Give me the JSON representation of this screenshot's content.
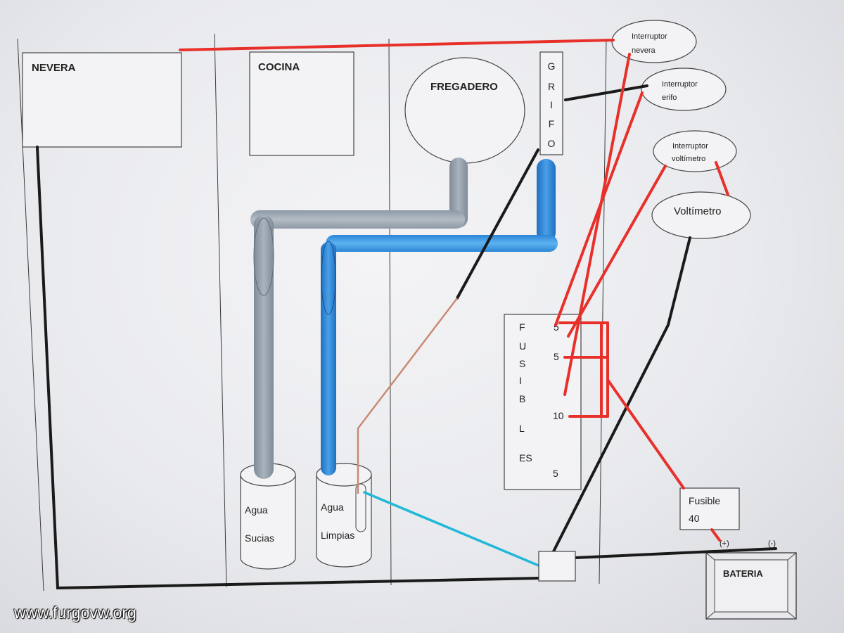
{
  "sections": {
    "nevera": "NEVERA",
    "cocina": "COCINA",
    "fregadero": "FREGADERO",
    "grifo": [
      "G",
      "R",
      "I",
      "F",
      "O"
    ]
  },
  "switches": {
    "nevera": [
      "Interruptor",
      "nevera"
    ],
    "grifo": [
      "Interruptor",
      "erifo"
    ],
    "voltimetro": [
      "Interruptor",
      "voltímetro"
    ]
  },
  "voltimetro": "Voltímetro",
  "fusibles": {
    "letters": [
      "F",
      "U",
      "S",
      "I",
      "B",
      "L",
      "ES"
    ],
    "ratings": [
      "5",
      "5",
      "10",
      "5"
    ]
  },
  "fusible40": [
    "Fusible",
    "40"
  ],
  "bateria": {
    "label": "BATERIA",
    "positive": "(+)",
    "negative": "(-)"
  },
  "tanks": {
    "sucias": [
      "Agua",
      "Sucias"
    ],
    "limpias": [
      "Agua",
      "Limpias"
    ]
  },
  "watermark": "www.furgovw.org",
  "colors": {
    "wire_red": "#e8302a",
    "wire_black": "#1a1a1a",
    "wire_cyan": "#22b8d8",
    "wire_brown": "#c98a72",
    "pipe_grey": "#8a96a3",
    "pipe_blue": "#2c7fd0"
  }
}
